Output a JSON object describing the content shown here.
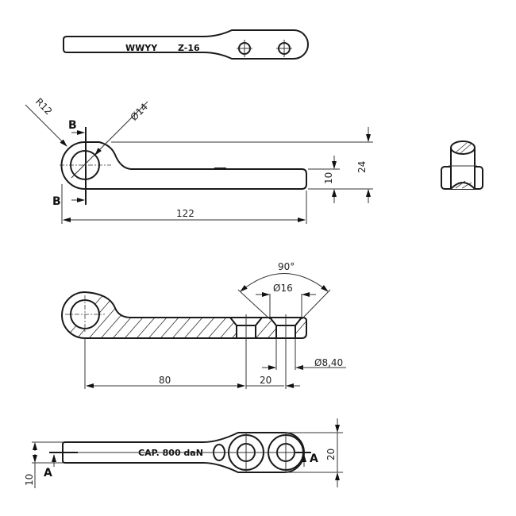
{
  "top_view": {
    "engraving_left": "WWYY",
    "engraving_right": "Z-16"
  },
  "front_view": {
    "radius_label": "R12",
    "hole_diameter_label": "Ø14",
    "section_marker_top": "B",
    "section_marker_bottom": "B",
    "thickness_label": "10",
    "height_label": "24",
    "length_label": "122"
  },
  "section_view": {
    "angle_label": "90°",
    "countersink_diameter_label": "Ø16",
    "hole_diameter_label": "Ø8,40",
    "distance_to_hole_label": "80",
    "hole_spacing_label": "20"
  },
  "bottom_view": {
    "capacity_text": "CAP. 800 daN",
    "section_marker_left": "A",
    "section_marker_right": "A",
    "thickness_label": "10",
    "width_label": "20"
  }
}
